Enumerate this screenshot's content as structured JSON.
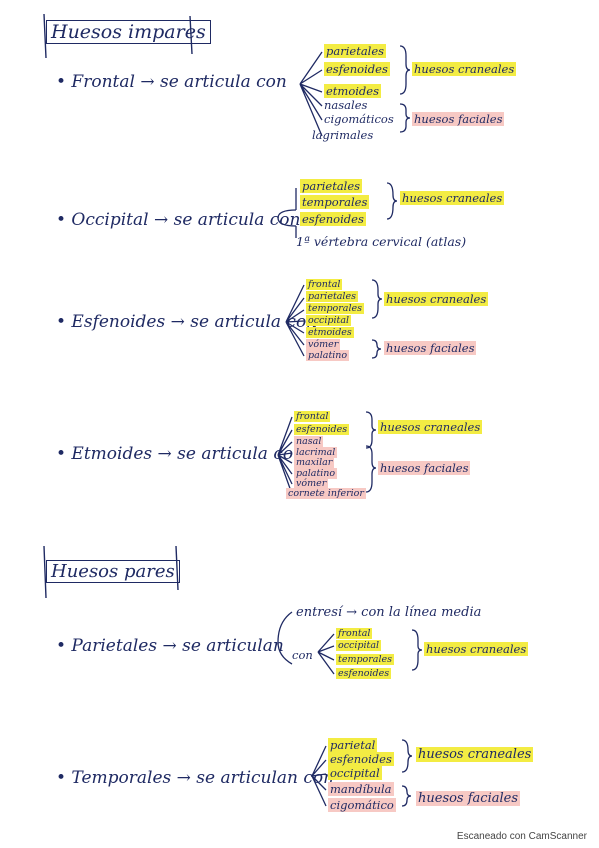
{
  "sections": {
    "impares": {
      "title": "Huesos impares",
      "frontal": {
        "main": "• Frontal → se articula con",
        "items": [
          "parietales",
          "esfenoides",
          "etmoides",
          "nasales",
          "cigomáticos",
          "lagrimales"
        ],
        "group1": "huesos craneales",
        "group2": "huesos faciales"
      },
      "occipital": {
        "main": "• Occipital → se articula con",
        "items": [
          "parietales",
          "temporales",
          "esfenoides",
          "1ª vértebra cervical (atlas)"
        ],
        "group1": "huesos craneales"
      },
      "esfenoides": {
        "main": "• Esfenoides → se articula con",
        "items": [
          "frontal",
          "parietales",
          "temporales",
          "occipital",
          "etmoides",
          "vómer",
          "palatino"
        ],
        "group1": "huesos craneales",
        "group2": "huesos faciales"
      },
      "etmoides": {
        "main": "• Etmoides → se articula con",
        "items": [
          "frontal",
          "esfenoides",
          "nasal",
          "lacrimal",
          "maxilar",
          "palatino",
          "vómer",
          "cornete inferior"
        ],
        "group1": "huesos craneales",
        "group2": "huesos faciales"
      }
    },
    "pares": {
      "title": "Huesos pares",
      "parietales": {
        "main": "• Parietales → se articulan",
        "entresi": "entresí → con la línea media",
        "con": "con",
        "items": [
          "frontal",
          "occipital",
          "temporales",
          "esfenoides"
        ],
        "group1": "huesos craneales"
      },
      "temporales": {
        "main": "• Temporales → se articulan con",
        "items": [
          "parietal",
          "esfenoides",
          "occipital",
          "mandíbula",
          "cigomático"
        ],
        "group1": "huesos craneales",
        "group2": "huesos faciales"
      }
    }
  },
  "watermark": "Escaneado con CamScanner",
  "colors": {
    "ink": "#1f2a63",
    "yellow": "#f3ec43",
    "pink": "#f7c9c4"
  }
}
